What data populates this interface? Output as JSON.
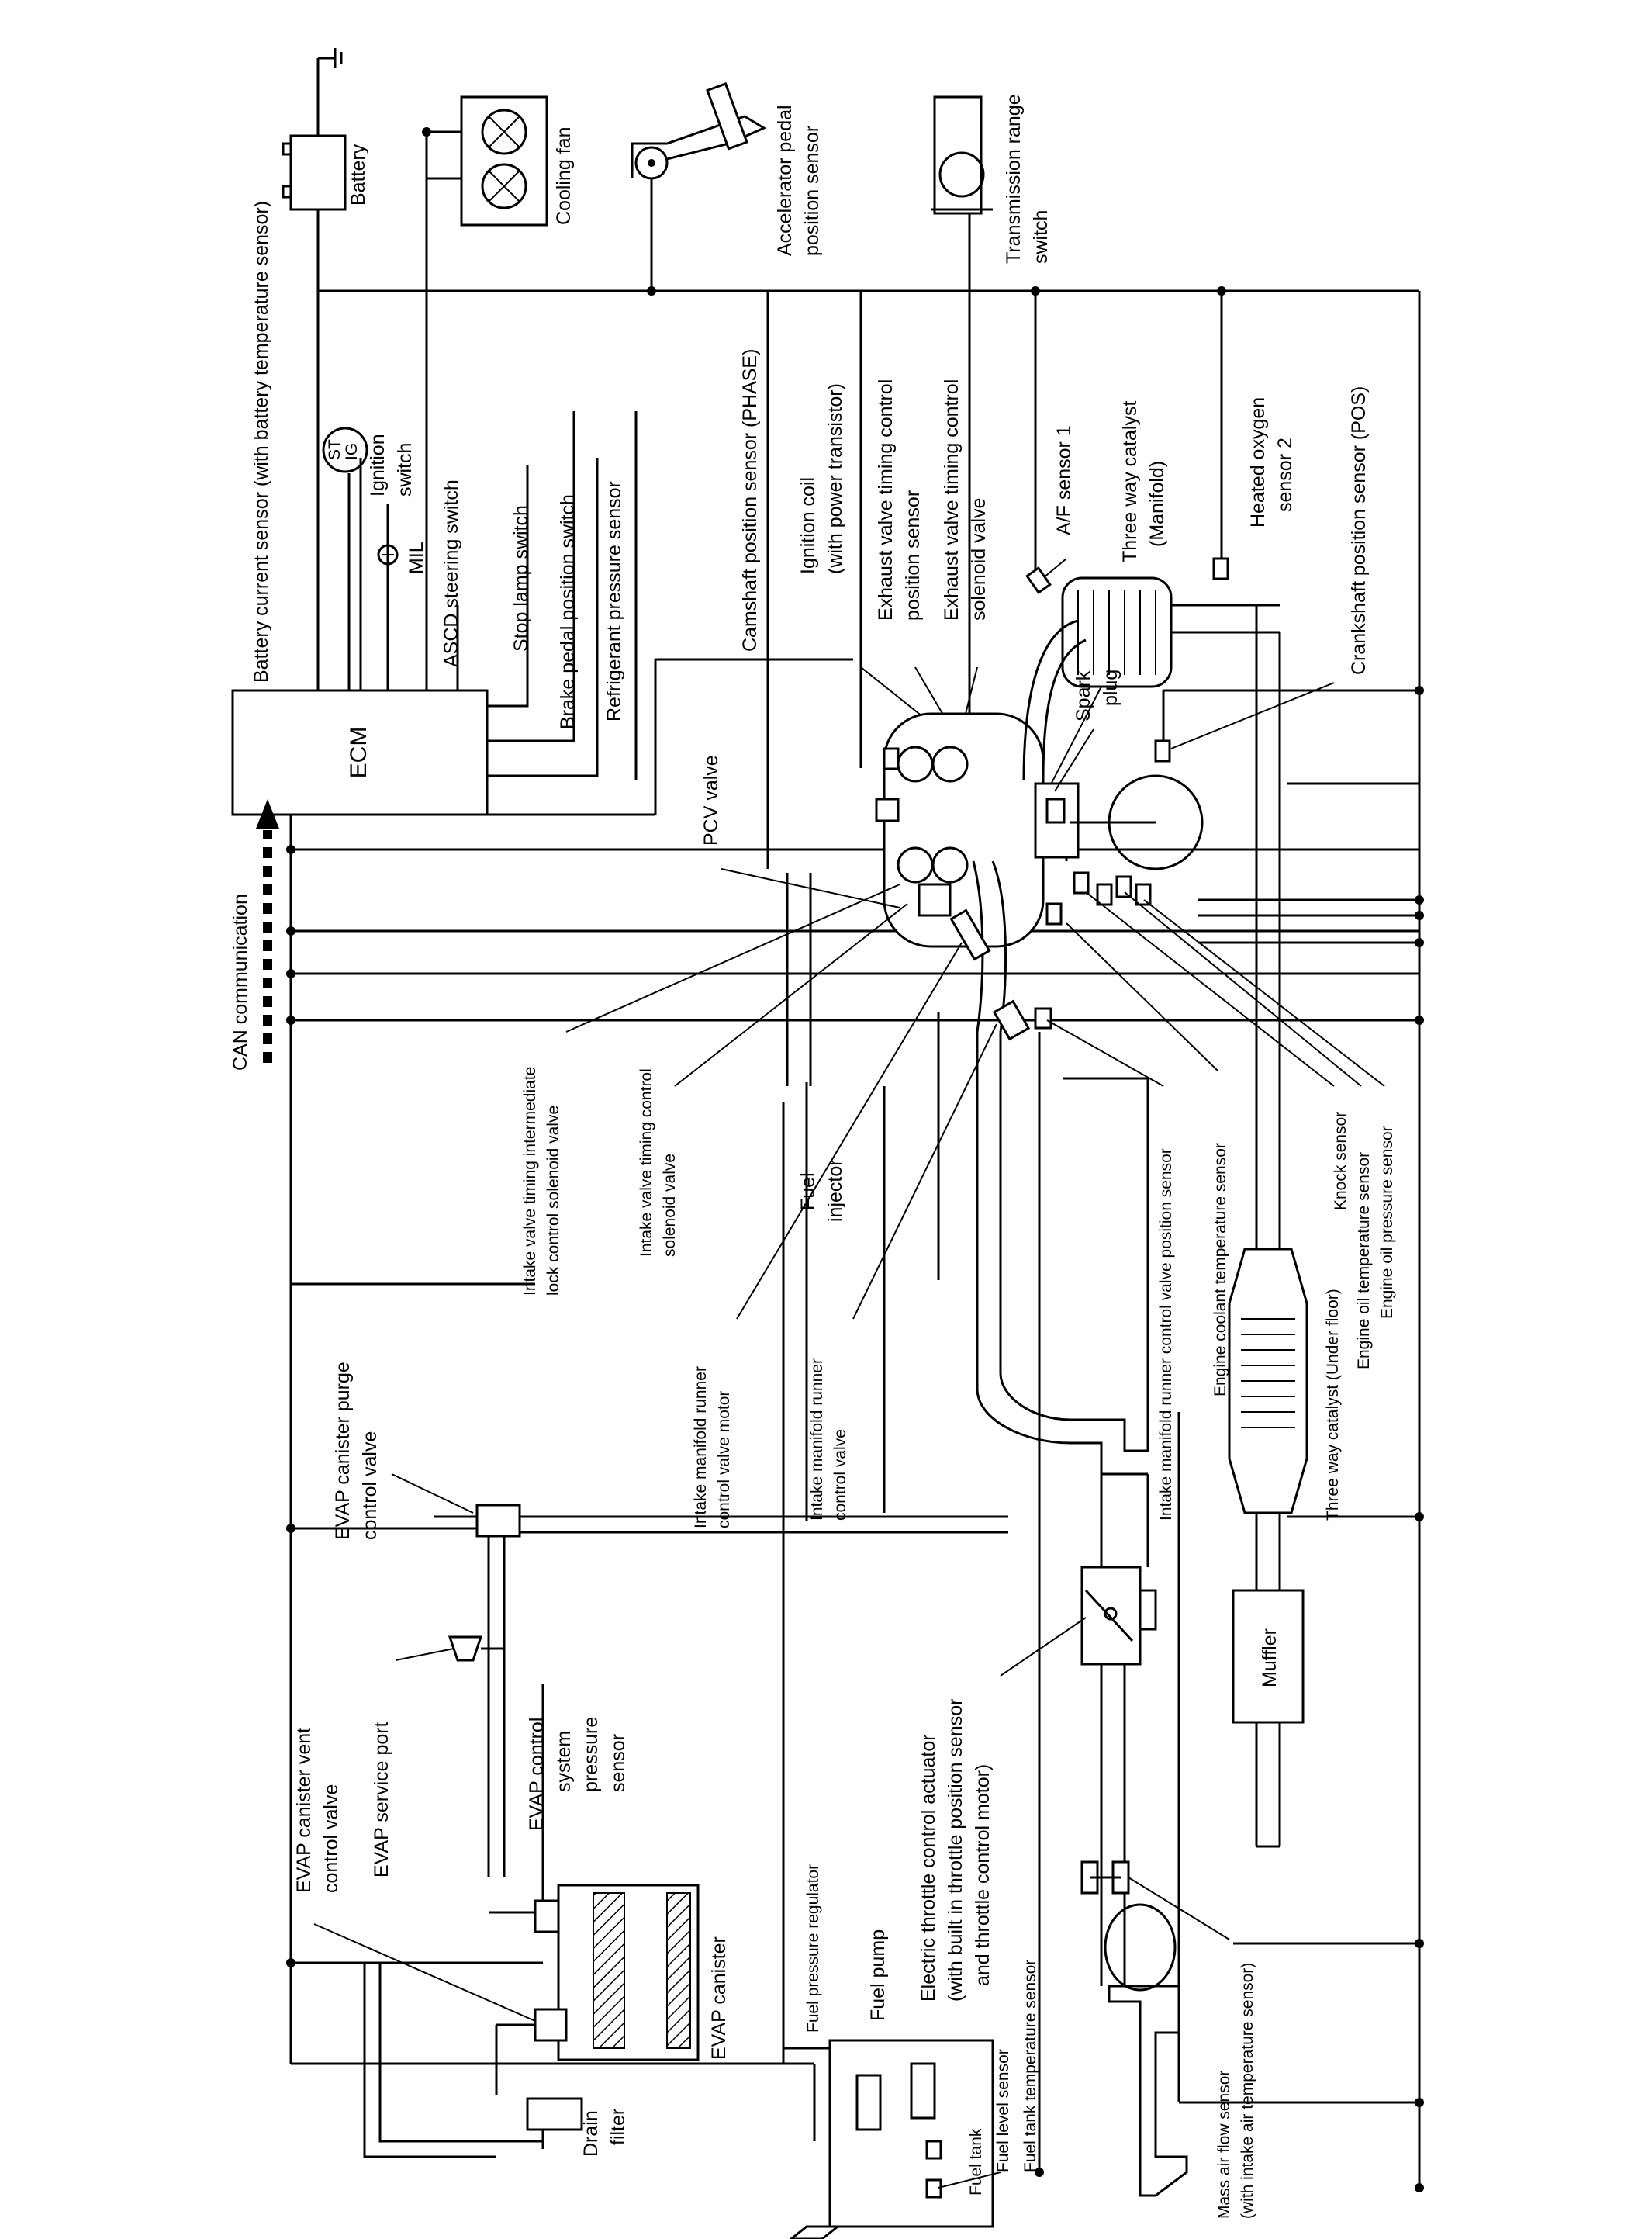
{
  "labels": {
    "ecm": "ECM",
    "can": "CAN communication",
    "battery_current_sensor": "Battery current sensor (with battery temperature sensor)",
    "battery": "Battery",
    "cooling_fan": "Cooling fan",
    "accelerator": [
      "Accelerator pedal",
      "position sensor"
    ],
    "transmission": [
      "Transmission range",
      "switch"
    ],
    "ignition_switch": [
      "Ignition",
      "switch"
    ],
    "mil": "MIL",
    "ascd": "ASCD steering switch",
    "stop_lamp": "Stop lamp switch",
    "brake_pedal": "Brake pedal position switch",
    "refrigerant": "Refrigerant pressure sensor",
    "camshaft": "Camshaft position sensor (PHASE)",
    "ignition_coil": [
      "Ignition coil",
      "(with power transistor)"
    ],
    "exh_position": [
      "Exhaust valve timing control",
      "position sensor"
    ],
    "exh_solenoid": [
      "Exhaust valve timing control",
      "solenoid valve"
    ],
    "af_sensor": "A/F sensor 1",
    "three_way_manifold": [
      "Three way catalyst",
      "(Manifold)"
    ],
    "heated_o2": [
      "Heated oxygen",
      "sensor 2"
    ],
    "crankshaft": "Crankshaft position sensor (POS)",
    "spark_plug": [
      "Spark",
      "plug"
    ],
    "pcv": "PCV valve",
    "intake_lock": [
      "Intake valve timing intermediate",
      "lock control solenoid valve"
    ],
    "intake_solenoid": [
      "Intake valve timing control",
      "solenoid valve"
    ],
    "fuel_injector": [
      "Fuel",
      "injector"
    ],
    "imrc_position": "Intake manifold runner control valve position sensor",
    "ect": "Engine coolant temperature sensor",
    "knock": "Knock sensor",
    "oil_temp": "Engine oil temperature sensor",
    "oil_pressure": "Engine oil pressure sensor",
    "three_way_floor": "Three way catalyst (Under floor)",
    "imrc_motor": [
      "Intake manifold runner",
      "control valve motor"
    ],
    "imrc_valve": [
      "Intake manifold runner",
      "control valve"
    ],
    "evap_purge": [
      "EVAP canister purge",
      "control valve"
    ],
    "evap_vent": [
      "EVAP canister vent",
      "control valve"
    ],
    "evap_service": "EVAP service port",
    "evap_pressure": [
      "EVAP control",
      "system",
      "pressure",
      "sensor"
    ],
    "evap_canister": "EVAP canister",
    "drain_filter": [
      "Drain",
      "filter"
    ],
    "fuel_regulator": "Fuel pressure regulator",
    "fuel_pump": "Fuel pump",
    "throttle": [
      "Electric throttle control actuator",
      "(with built in throttle position sensor",
      "and throttle control motor)"
    ],
    "fuel_tank": "Fuel tank",
    "fuel_level": "Fuel level sensor",
    "fuel_tank_temp": "Fuel tank temperature sensor",
    "maf": [
      "Mass air flow sensor",
      "(with intake air temperature sensor)"
    ],
    "muffler": "Muffler",
    "ign_pos_st": "ST",
    "ign_pos_ig": "IG"
  }
}
